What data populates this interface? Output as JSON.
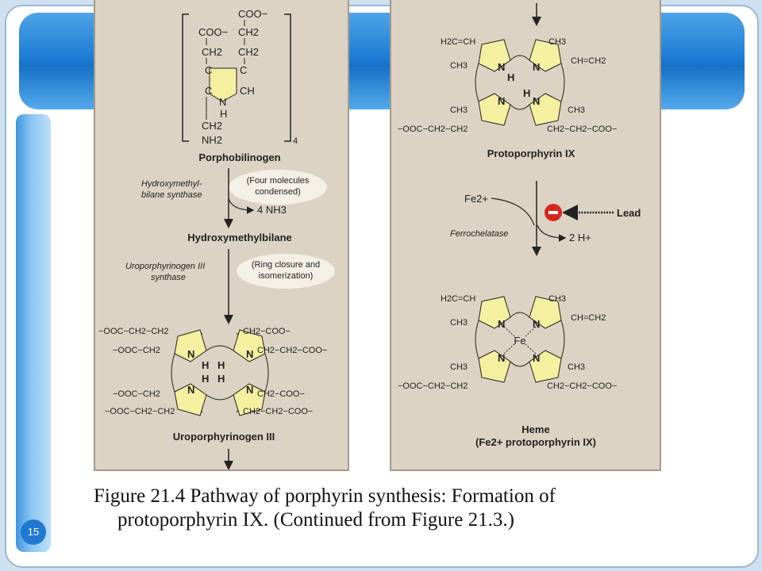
{
  "slide": {
    "number": "15"
  },
  "caption": {
    "line1": "Figure 21.4 Pathway of porphyrin synthesis: Formation of",
    "line2": "protoporphyrin IX. (Continued from Figure 21.3.)"
  },
  "left_panel": {
    "pbg_atoms": {
      "cooh_outer": "COO−",
      "cooh_inner": "COO−",
      "ch2_a": "CH2",
      "ch2_b": "CH2",
      "ch2_c": "CH2",
      "c_a": "C",
      "c_b": "C",
      "c_c": "C",
      "ch": "CH",
      "n": "N",
      "h": "H",
      "ch2_d": "CH2",
      "nh2": "NH2",
      "subscript": "4"
    },
    "porphobilinogen": "Porphobilinogen",
    "enzyme1_line1": "Hydroxymethyl-",
    "enzyme1_line2": "bilane synthase",
    "note1_line1": "(Four molecules",
    "note1_line2": "condensed)",
    "byproduct1": "4 NH3",
    "hydroxymethylbilane": "Hydroxymethylbilane",
    "enzyme2_line1": "Uroporphyrinogen III",
    "enzyme2_line2": "synthase",
    "note2_line1": "(Ring closure  and",
    "note2_line2": "isomerization)",
    "uro_sub": {
      "tl1": "−OOC−CH2−CH2",
      "tl2": "−OOC−CH2",
      "tr1": "CH2−COO−",
      "tr2": "CH2−CH2−COO−",
      "bl1": "−OOC−CH2",
      "bl2": "−OOC−CH2−CH2",
      "br1": "CH2−COO−",
      "br2": "CH2−CH2−COO−",
      "n": "N",
      "h": "H"
    },
    "uroporphyrinogen": "Uroporphyrinogen III"
  },
  "right_panel": {
    "proto_sub": {
      "vinyl_l": "H2C=CH",
      "ch3_tl": "CH3",
      "ch3_tr": "CH3",
      "vinyl_r": "CH=CH2",
      "ch3_bl": "CH3",
      "ch3_br": "CH3",
      "prop_l": "−OOC−CH2−CH2",
      "prop_r": "CH2−CH2−COO−",
      "n": "N",
      "h": "H"
    },
    "protoporphyrin": "Protoporphyrin IX",
    "fe_in": "Fe2+",
    "enzyme3": "Ferrochelatase",
    "byproduct3": "2 H+",
    "inhibitor": "Lead",
    "heme_center": "Fe",
    "heme_line1": "Heme",
    "heme_line2": "(Fe2+ protoporphyrin IX)"
  },
  "colors": {
    "panel_bg": "#dcd3c4",
    "pyrrole_fill": "#f5f0a0",
    "inhibit_red": "#d7261e",
    "title_blue": "#1f7ed6"
  }
}
